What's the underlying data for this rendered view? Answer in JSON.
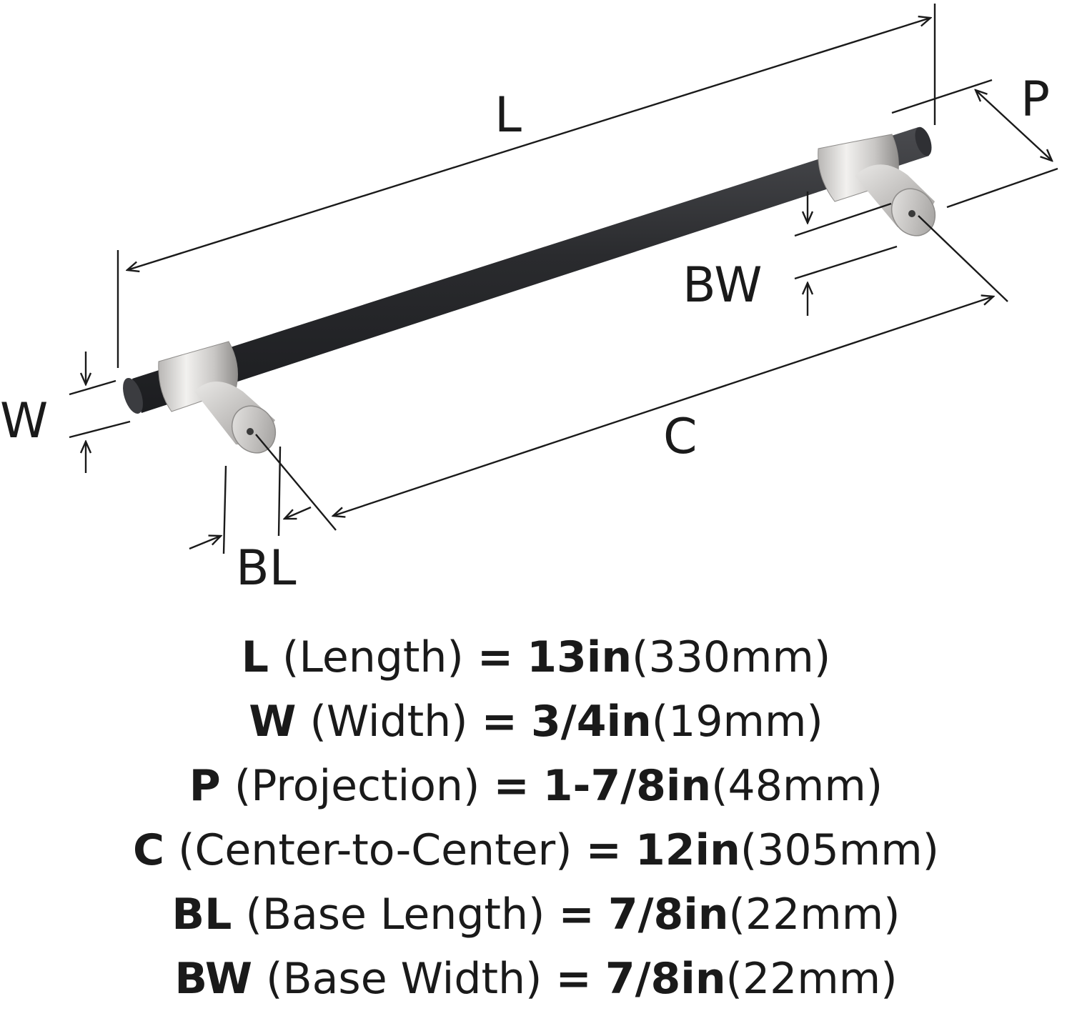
{
  "diagram": {
    "labels": {
      "L": "L",
      "P": "P",
      "BW": "BW",
      "W": "W",
      "C": "C",
      "BL": "BL"
    },
    "colors": {
      "bar": "#2a2b2e",
      "metal": "#d6d4d2",
      "metal_dark": "#9a9896",
      "line": "#1a1a1a"
    }
  },
  "specs": [
    {
      "code": "L",
      "name": "(Length)",
      "eq": "=",
      "imperial": "13in",
      "metric": "(330mm)"
    },
    {
      "code": "W",
      "name": "(Width)",
      "eq": "=",
      "imperial": "3/4in",
      "metric": "(19mm)"
    },
    {
      "code": "P",
      "name": "(Projection)",
      "eq": "=",
      "imperial": "1-7/8in",
      "metric": "(48mm)"
    },
    {
      "code": "C",
      "name": "(Center-to-Center)",
      "eq": "=",
      "imperial": "12in",
      "metric": "(305mm)"
    },
    {
      "code": "BL",
      "name": "(Base Length)",
      "eq": "=",
      "imperial": "7/8in",
      "metric": "(22mm)"
    },
    {
      "code": "BW",
      "name": "(Base Width)",
      "eq": "=",
      "imperial": "7/8in",
      "metric": "(22mm)"
    }
  ]
}
